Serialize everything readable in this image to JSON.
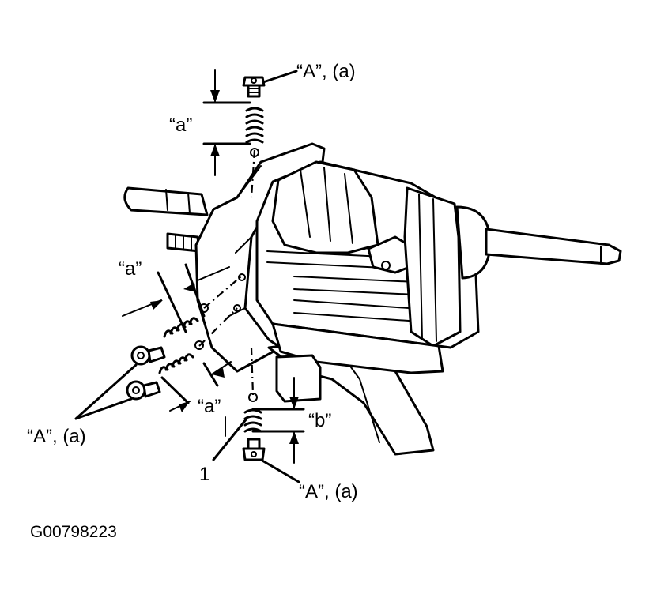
{
  "labels": {
    "bolt_top": "“A”, (a)",
    "bolt_left": "“A”, (a)",
    "bolt_bottom": "“A”, (a)",
    "dim_a_top": "“a”",
    "dim_a_left": "“a”",
    "dim_a_lower": "“a”",
    "dim_b": "“b”",
    "callout_1": "1"
  },
  "figure_id": "G00798223"
}
